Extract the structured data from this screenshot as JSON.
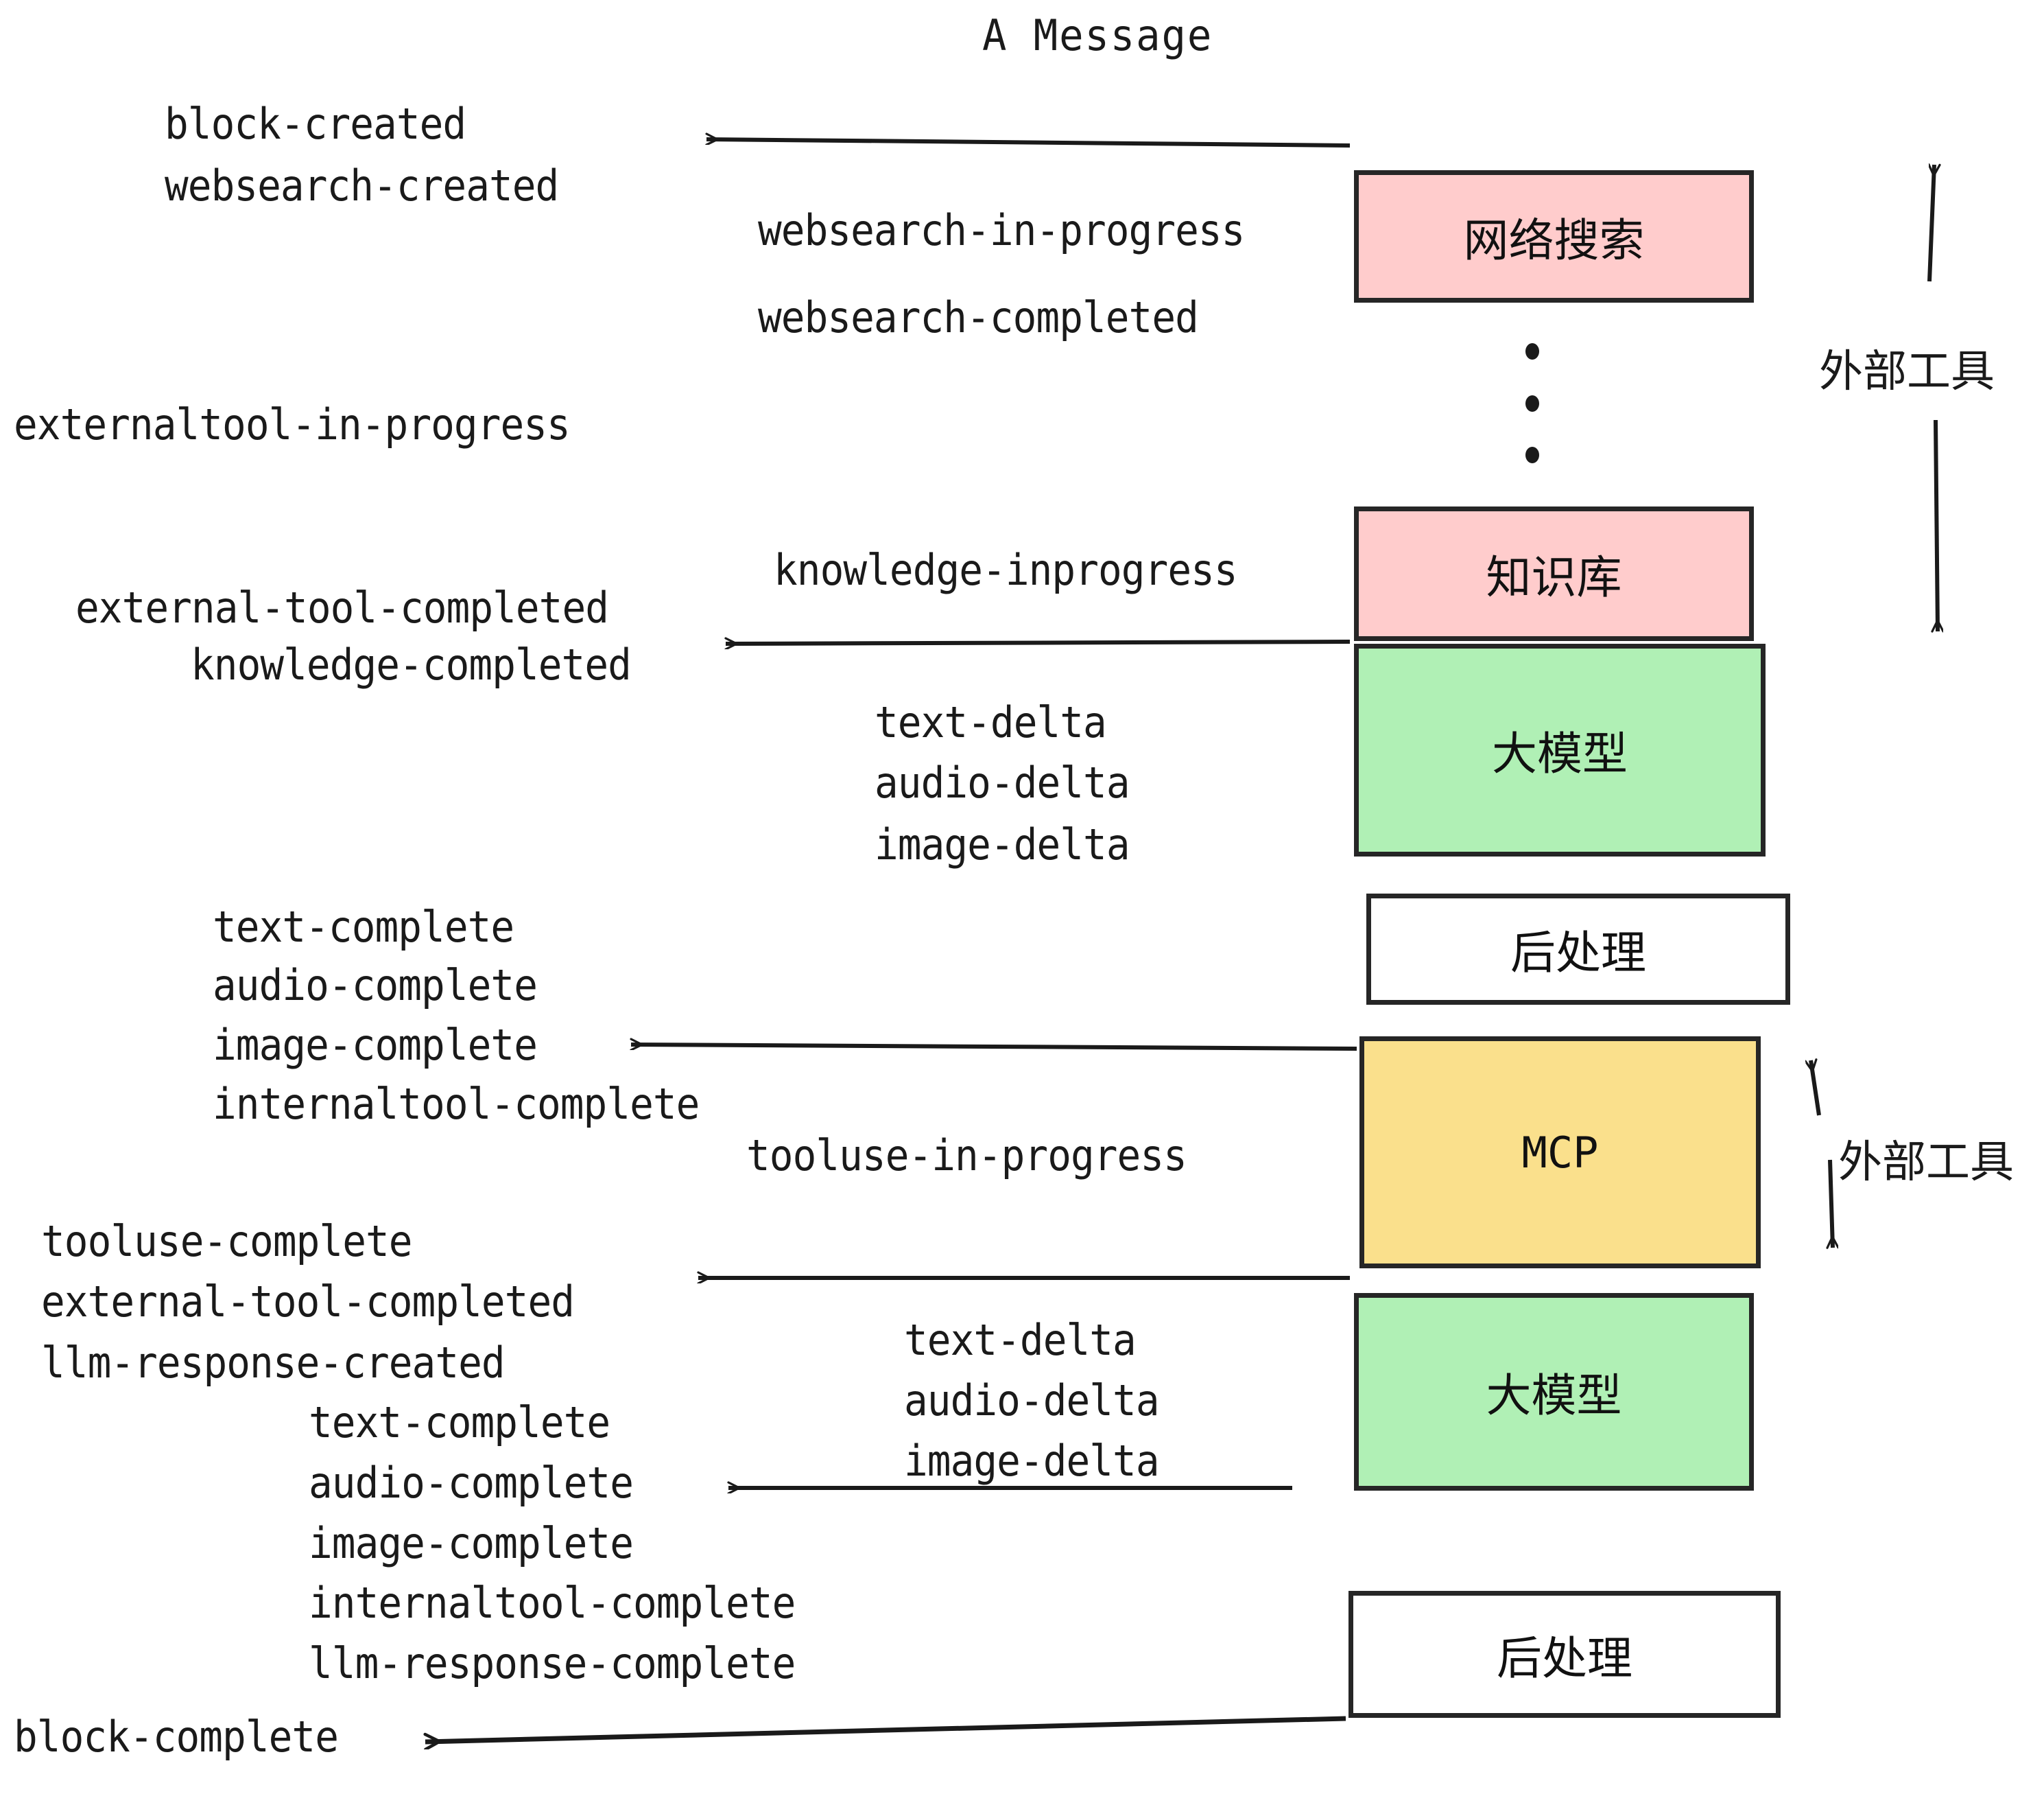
{
  "title": "A Message",
  "colors": {
    "pink": "#FFCCCC",
    "green": "#B0F0B5",
    "yellow": "#FAE08C",
    "white": "#FFFFFF",
    "stroke": "#262626",
    "text": "#1A1A1A"
  },
  "boxes": [
    {
      "id": "websearch",
      "label": "网络搜索",
      "fill": "#FFCCCC"
    },
    {
      "id": "knowledge",
      "label": "知识库",
      "fill": "#FFCCCC"
    },
    {
      "id": "llm-1",
      "label": "大模型",
      "fill": "#B0F0B5"
    },
    {
      "id": "postprocess-1",
      "label": "后处理",
      "fill": "#FFFFFF"
    },
    {
      "id": "mcp",
      "label": "MCP",
      "fill": "#FAE08C"
    },
    {
      "id": "llm-2",
      "label": "大模型",
      "fill": "#B0F0B5"
    },
    {
      "id": "postprocess-2",
      "label": "后处理",
      "fill": "#FFFFFF"
    }
  ],
  "side_labels": [
    {
      "id": "external-tools-top",
      "label": "外部工具"
    },
    {
      "id": "external-tools-bottom",
      "label": "外部工具"
    }
  ],
  "events": {
    "block_created": "block-created",
    "websearch_created": "websearch-created",
    "websearch_in_progress": "websearch-in-progress",
    "websearch_completed": "websearch-completed",
    "externaltool_in_progress": "externaltool-in-progress",
    "knowledge_inprogress": "knowledge-inprogress",
    "external_tool_completed_1": "external-tool-completed",
    "knowledge_completed": "knowledge-completed",
    "text_delta_1": "text-delta",
    "audio_delta_1": "audio-delta",
    "image_delta_1": "image-delta",
    "text_complete_1": "text-complete",
    "audio_complete_1": "audio-complete",
    "image_complete_1": "image-complete",
    "internaltool_complete_1": "internaltool-complete",
    "tooluse_in_progress": "tooluse-in-progress",
    "tooluse_complete": "tooluse-complete",
    "external_tool_completed_2": "external-tool-completed",
    "llm_response_created": "llm-response-created",
    "text_delta_2": "text-delta",
    "audio_delta_2": "audio-delta",
    "image_delta_2": "image-delta",
    "text_complete_2": "text-complete",
    "audio_complete_2": "audio-complete",
    "image_complete_2": "image-complete",
    "internaltool_complete_2": "internaltool-complete",
    "llm_response_complete": "llm-response-complete",
    "block_complete": "block-complete"
  }
}
